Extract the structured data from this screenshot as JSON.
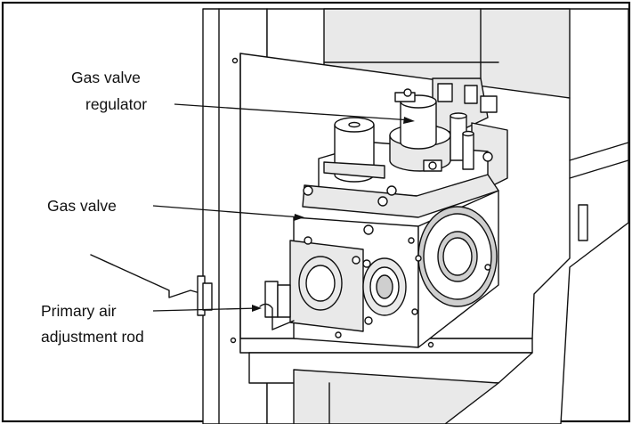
{
  "callouts": {
    "regulator": {
      "line1": "Gas valve",
      "line2": "regulator"
    },
    "valve": {
      "line1": "Gas valve"
    },
    "rod": {
      "line1": "Primary air",
      "line2": "adjustment rod"
    }
  }
}
